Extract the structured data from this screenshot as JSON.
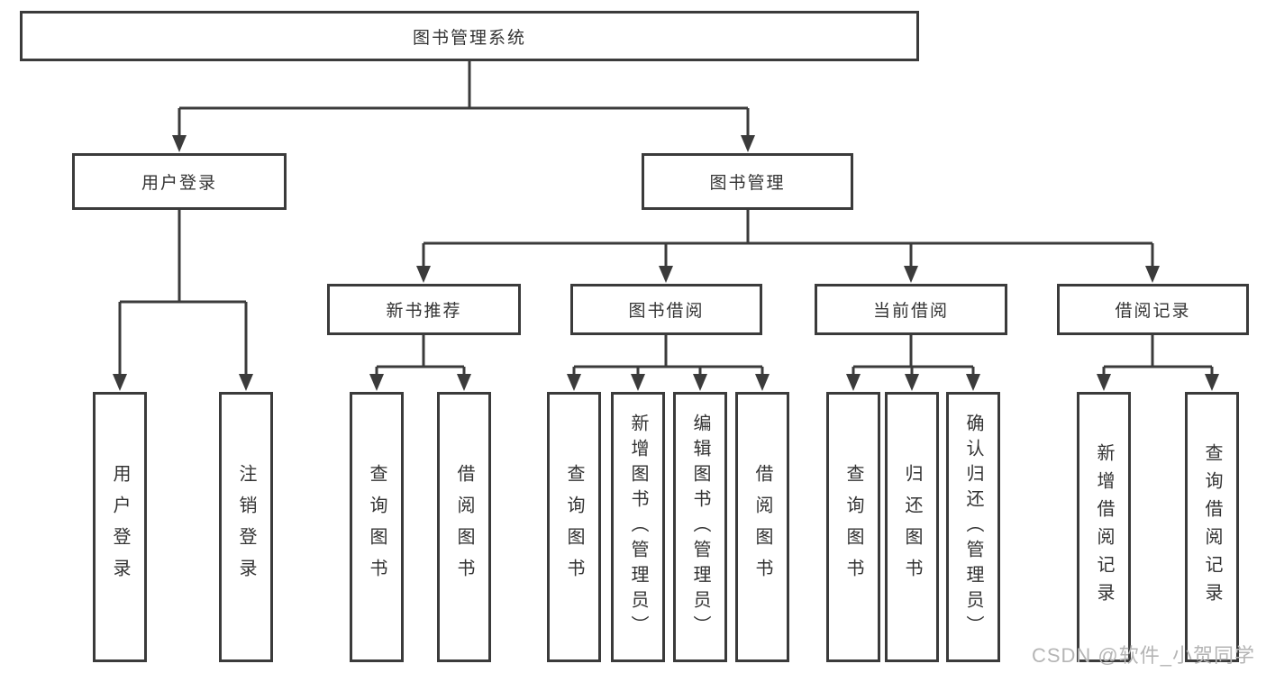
{
  "tree": {
    "label": "图书管理系统",
    "children": [
      {
        "label": "用户登录",
        "children": [
          {
            "label": "用户登录"
          },
          {
            "label": "注销登录"
          }
        ]
      },
      {
        "label": "图书管理",
        "children": [
          {
            "label": "新书推荐",
            "children": [
              {
                "label": "查询图书"
              },
              {
                "label": "借阅图书"
              }
            ]
          },
          {
            "label": "图书借阅",
            "children": [
              {
                "label": "查询图书"
              },
              {
                "label": "新增图书（管理员）"
              },
              {
                "label": "编辑图书（管理员）"
              },
              {
                "label": "借阅图书"
              }
            ]
          },
          {
            "label": "当前借阅",
            "children": [
              {
                "label": "查询图书"
              },
              {
                "label": "归还图书"
              },
              {
                "label": "确认归还（管理员）"
              }
            ]
          },
          {
            "label": "借阅记录",
            "children": [
              {
                "label": "新增借阅记录"
              },
              {
                "label": "查询借阅记录"
              }
            ]
          }
        ]
      }
    ]
  },
  "watermark": "CSDN @软件_小贺同学",
  "colors": {
    "line": "#3b3b3b",
    "text": "#333333",
    "watermark": "#b5b5b5",
    "background": "#ffffff"
  }
}
